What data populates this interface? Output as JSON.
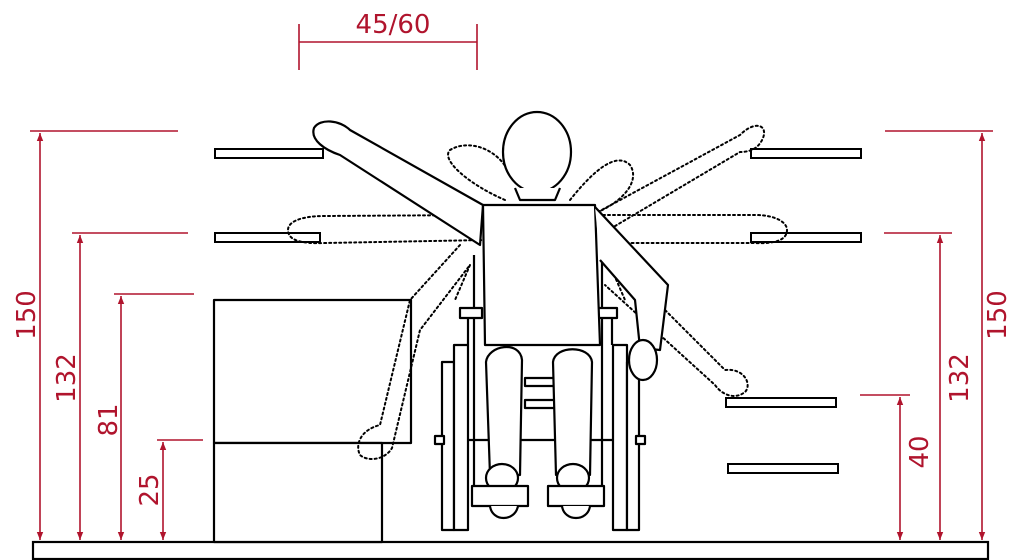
{
  "dimensions": {
    "reach_width": "45/60",
    "left_150": "150",
    "left_132": "132",
    "left_81": "81",
    "left_25": "25",
    "right_150": "150",
    "right_132": "132",
    "right_40": "40"
  },
  "colors": {
    "dimension": "#b0142d",
    "outline": "#000000",
    "fill": "#ffffff"
  }
}
